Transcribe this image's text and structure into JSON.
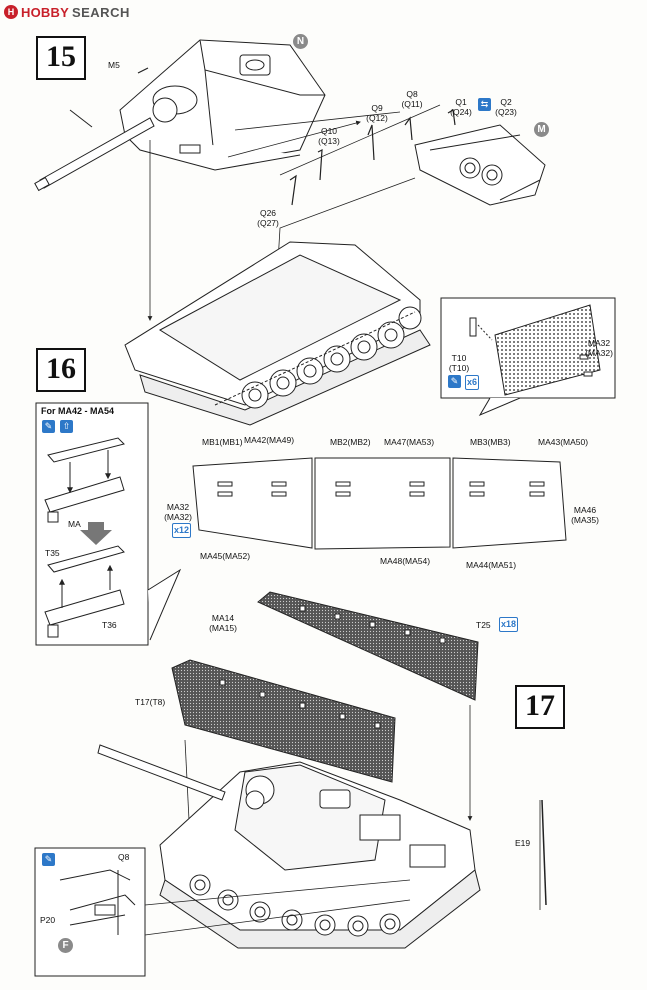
{
  "logo": {
    "wordmark": "HOBBY",
    "suffix": "SEARCH"
  },
  "steps": {
    "s15": "15",
    "s16": "16",
    "s17": "17"
  },
  "markers": {
    "n": "N",
    "m": "M",
    "f": "F"
  },
  "icons": {
    "glue": "glue-icon",
    "flip": "flip-icon",
    "symmetry": "symmetry-icon"
  },
  "colors": {
    "accent_blue": "#2d78c8",
    "logo_red": "#c8202a",
    "marker_gray": "#8a8a8a",
    "mesh": "#4a4a4a"
  },
  "step15": {
    "m5": "M5",
    "q9": "Q9",
    "q12": "(Q12)",
    "q8": "Q8",
    "q11": "(Q11)",
    "q1": "Q1",
    "q24": "(Q24)",
    "q2": "Q2",
    "q23": "(Q23)",
    "q10": "Q10",
    "q13": "(Q13)",
    "q26": "Q26",
    "q27": "(Q27)"
  },
  "step16": {
    "mb1": "MB1(MB1)",
    "ma42": "MA42(MA49)",
    "mb2": "MB2(MB2)",
    "ma47": "MA47(MA53)",
    "mb3": "MB3(MB3)",
    "ma43": "MA43(MA50)",
    "ma32_left": "MA32",
    "ma32_left_p": "(MA32)",
    "x12": "x12",
    "ma45": "MA45(MA52)",
    "ma48": "MA48(MA54)",
    "ma44": "MA44(MA51)",
    "ma46": "MA46",
    "ma35": "(MA35)",
    "inset_title": "For MA42 - MA54",
    "ma": "MA",
    "t35": "T35",
    "t36": "T36",
    "t10": "T10",
    "t10p": "(T10)",
    "x6": "x6",
    "ma32_right": "MA32",
    "ma32_right_p": "(MA32)"
  },
  "step17": {
    "ma14": "MA14",
    "ma15": "(MA15)",
    "t25": "T25",
    "x18": "x18",
    "t17": "T17(T8)",
    "e19": "E19",
    "q8": "Q8",
    "p20": "P20"
  }
}
